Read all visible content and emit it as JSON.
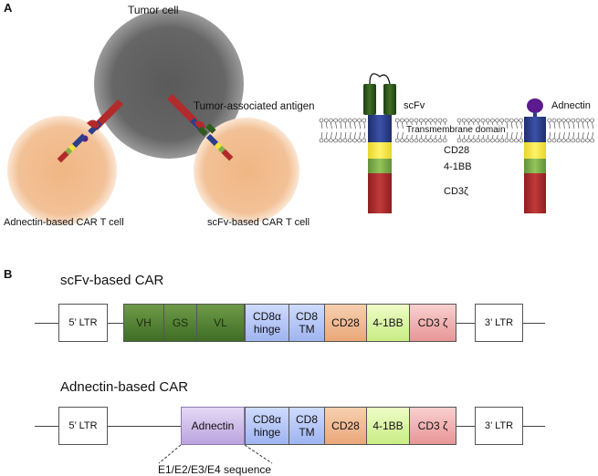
{
  "panel_a": {
    "letter": "A",
    "tumor_cell": "Tumor cell",
    "tumor_antigen": "Tumor-associated antigen",
    "adnectin_cell": "Adnectin-based CAR T cell",
    "scfv_cell": "scFv-based CAR T cell",
    "scfv_label": "scFv",
    "adnectin_label": "Adnectin",
    "tm_domain": "Transmembrane domain",
    "cd28": "CD28",
    "bb41": "4-1BB",
    "cd3z": "CD3ζ"
  },
  "panel_b": {
    "letter": "B",
    "scfv_title": "scFv-based CAR",
    "adnectin_title": "Adnectin-based CAR",
    "ltr5": "5’ LTR",
    "ltr3": "3’ LTR",
    "vh": "VH",
    "gs": "GS",
    "vl": "VL",
    "cd8a_hinge_1": "CD8α",
    "cd8a_hinge_2": "hinge",
    "cd8_tm_1": "CD8",
    "cd8_tm_2": "TM",
    "cd28": "CD28",
    "bb41": "4-1BB",
    "cd3z": "CD3 ζ",
    "adnectin": "Adnectin",
    "seq": "E1/E2/E3/E4 sequence"
  },
  "colors": {
    "tumor": "#5f5f5f",
    "tcell": "#f1b987",
    "car_red": "#b02828",
    "car_blue": "#2b3f8a",
    "car_yellow": "#f2e23a",
    "car_green": "#7fb04a",
    "scfv_green": "#2f5a1c",
    "adnectin_purple": "#5b1a8e"
  }
}
